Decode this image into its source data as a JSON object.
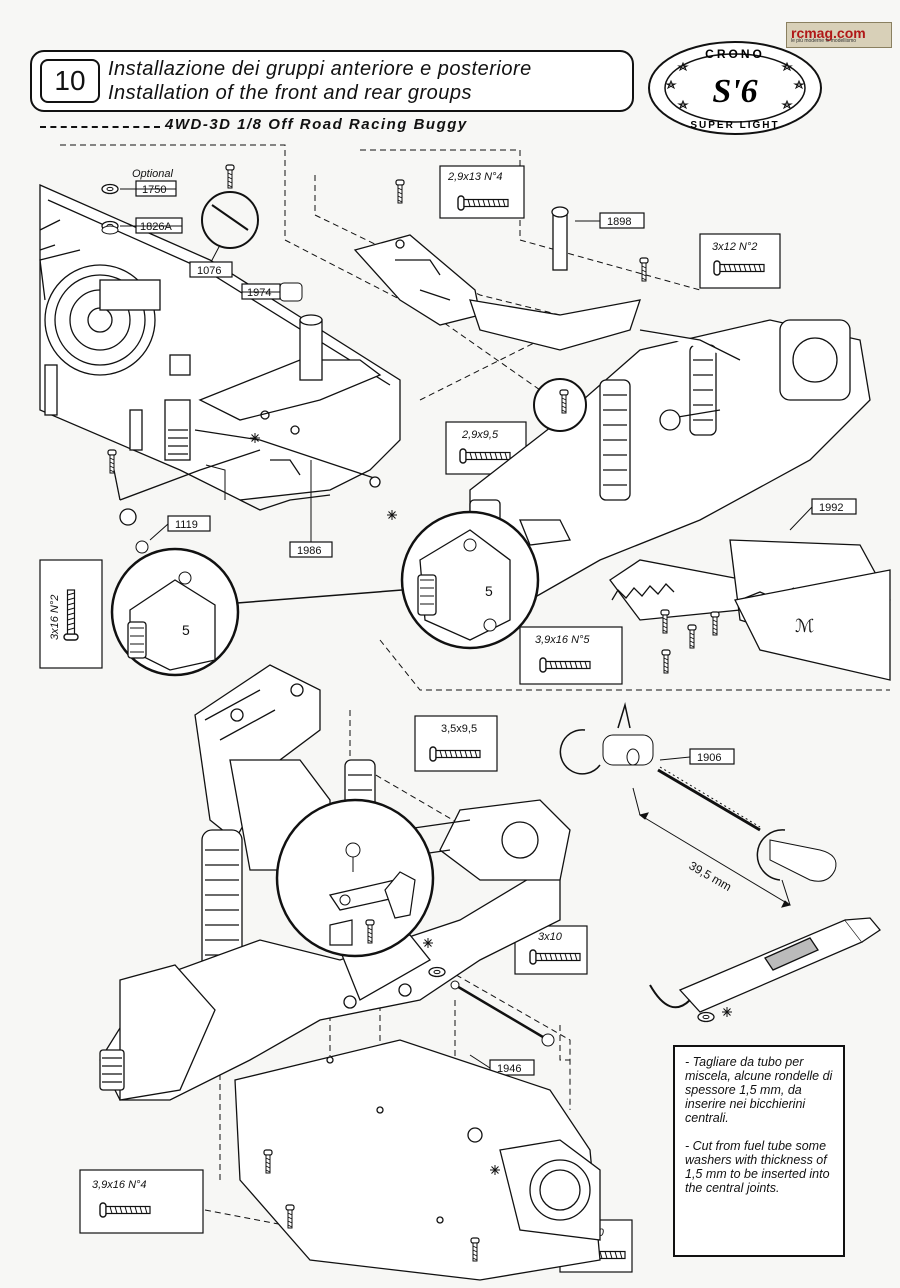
{
  "header": {
    "step_number": "10",
    "title_it": "Installazione dei gruppi anteriore e posteriore",
    "title_en": "Installation of the front and rear groups",
    "subtitle": "4WD-3D 1/8 Off Road Racing Buggy"
  },
  "brand": {
    "logo_top": "CRONO",
    "logo_mid": "S'6",
    "logo_bottom": "SUPER LIGHT",
    "site": "rcmag.com",
    "site_tagline": "le più moderne fx modellismo"
  },
  "callouts": {
    "optional": "Optional",
    "p1750": "1750",
    "p1826a": "1826A",
    "p1076": "1076",
    "p1974": "1974",
    "p1119": "1119",
    "p1986": "1986",
    "p1898": "1898",
    "p1992": "1992",
    "p1906": "1906",
    "p1946": "1946",
    "measure": "39,5 mm",
    "screw_2913": "2,9x13 N°4",
    "screw_312": "3x12 N°2",
    "screw_2995": "2,9x9,5",
    "screw_3916_5": "3,9x16 N°5",
    "screw_316": "3x16 N°2",
    "screw_3595": "3,5x9,5",
    "screw_310_a": "3x10",
    "screw_3916_4": "3,9x16 N°4",
    "screw_310_b": "3x10",
    "wheel_mark": "5"
  },
  "note": {
    "text_it": "- Tagliare da tubo per miscela, alcune rondelle di spessore 1,5 mm, da inserire nei bicchierini centrali.",
    "text_en": "- Cut from fuel tube some washers with thickness of 1,5 mm to be inserted into the central joints."
  }
}
